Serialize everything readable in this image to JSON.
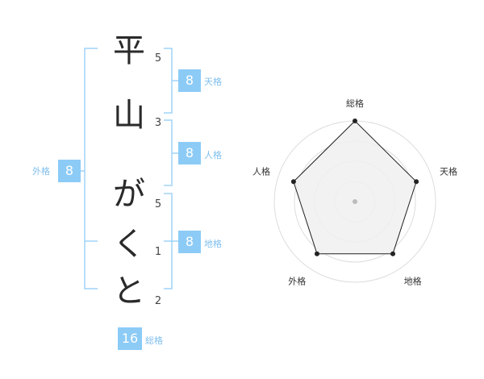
{
  "colors": {
    "accent": "#8ccbf6",
    "bracket": "#9fd3f8",
    "label": "#7fbfee",
    "polygon_fill": "#f0f0f0",
    "polygon_stroke": "#222222"
  },
  "name": {
    "characters": [
      {
        "char": "平",
        "strokes": "5"
      },
      {
        "char": "山",
        "strokes": "3"
      },
      {
        "char": "が",
        "strokes": "5"
      },
      {
        "char": "く",
        "strokes": "1"
      },
      {
        "char": "と",
        "strokes": "2"
      }
    ]
  },
  "fortune": {
    "tenkaku": {
      "label": "天格",
      "value": "8"
    },
    "jinkaku": {
      "label": "人格",
      "value": "8"
    },
    "chikaku": {
      "label": "地格",
      "value": "8"
    },
    "gaikaku": {
      "label": "外格",
      "value": "8"
    },
    "soukaku": {
      "label": "総格",
      "value": "16"
    }
  },
  "chart_data": {
    "type": "radar",
    "axes": [
      "総格",
      "天格",
      "地格",
      "外格",
      "人格"
    ],
    "values": [
      5,
      4,
      4,
      4,
      4
    ],
    "range": [
      0,
      5
    ],
    "rings": 4
  }
}
